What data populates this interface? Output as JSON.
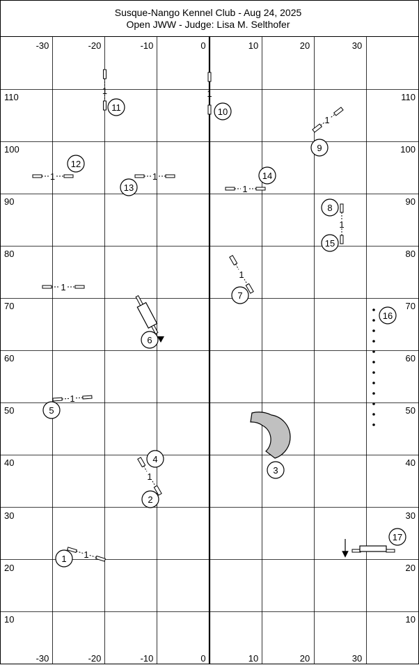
{
  "header": {
    "title": "Susque-Nango Kennel Club - Aug 24, 2025",
    "subtitle": "Open JWW - Judge: Lisa M. Selthofer"
  },
  "axes": {
    "x_labels": [
      "-30",
      "-20",
      "-10",
      "0",
      "10",
      "20",
      "30"
    ],
    "y_labels": [
      "110",
      "100",
      "90",
      "80",
      "70",
      "60",
      "50",
      "40",
      "30",
      "20",
      "10"
    ]
  },
  "jump_bar_label": "1",
  "course": {
    "numbers": [
      "1",
      "2",
      "3",
      "4",
      "5",
      "6",
      "7",
      "8",
      "9",
      "10",
      "11",
      "12",
      "13",
      "14",
      "15",
      "16",
      "17"
    ]
  },
  "colors": {
    "tunnel_fill": "#c0c0c0",
    "grid": "#000000",
    "background": "#ffffff"
  }
}
